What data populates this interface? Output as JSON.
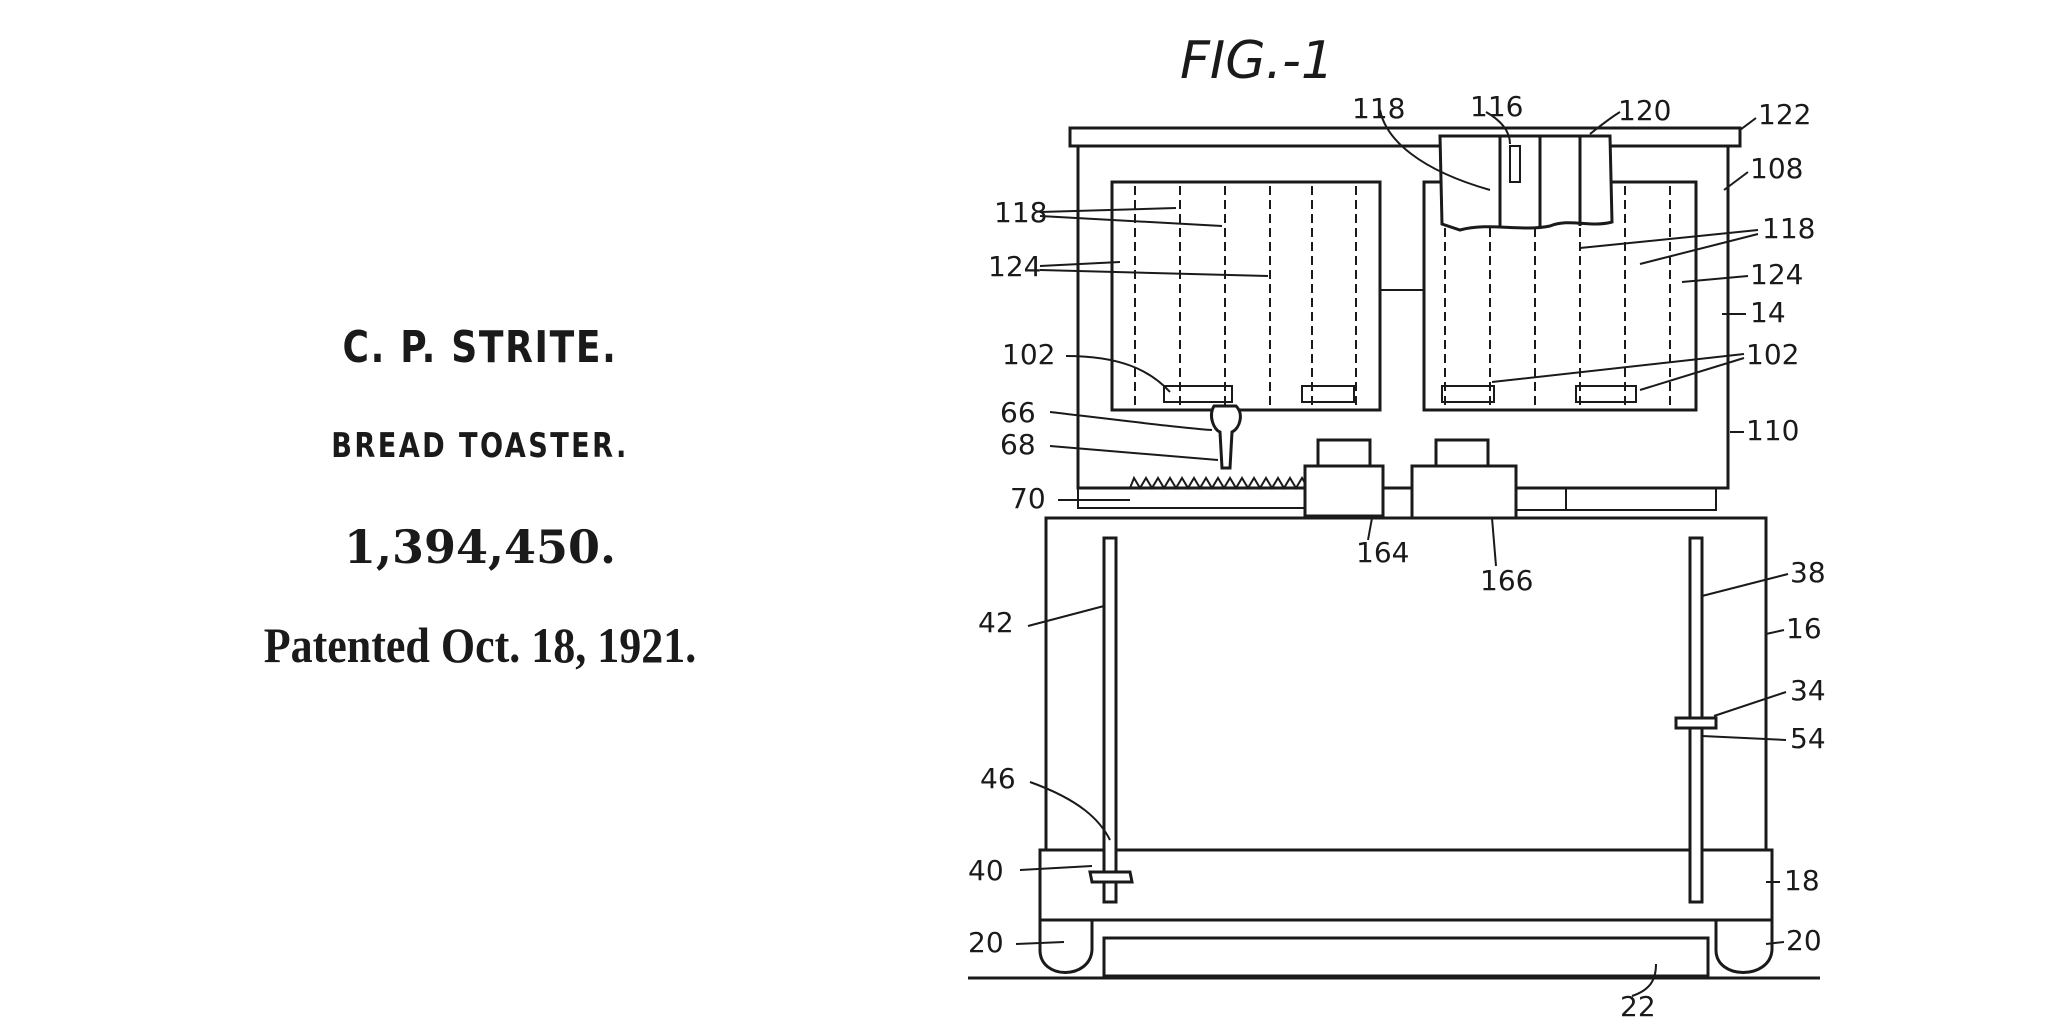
{
  "patent": {
    "inventor": "C. P. STRITE.",
    "title": "BREAD TOASTER.",
    "number": "1,394,450.",
    "patented": "Patented Oct. 18, 1921."
  },
  "figure": {
    "label": "FIG.-1",
    "reference_numerals": [
      "118",
      "116",
      "120",
      "122",
      "108",
      "118",
      "124",
      "102",
      "66",
      "68",
      "70",
      "118",
      "124",
      "14",
      "102",
      "110",
      "164",
      "166",
      "42",
      "38",
      "16",
      "34",
      "54",
      "46",
      "40",
      "18",
      "20",
      "20",
      "22"
    ]
  }
}
